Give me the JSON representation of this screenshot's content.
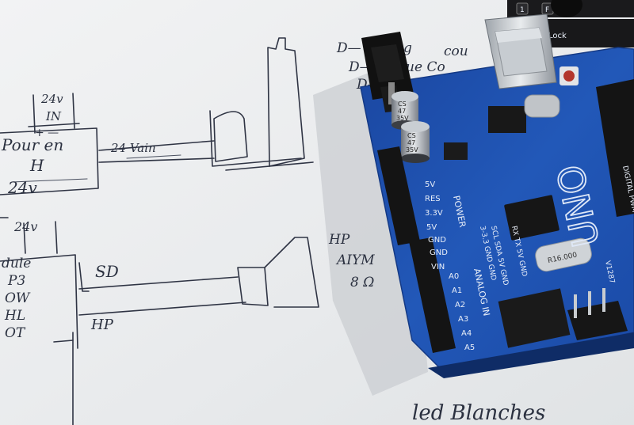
{
  "sketch": {
    "top_right_lines": [
      "D— e Loug",
      "cou",
      "D— usique Co",
      "D—"
    ],
    "top_power": "24v",
    "top_in": "IN",
    "top_plus_minus": "+ —",
    "left_block_line1": "Pour en",
    "left_block_line2": "H",
    "left_block_line3": "24v",
    "wire_label": "24 Vain",
    "mid_voltage": "24v",
    "module_lines": [
      "dule",
      "P3",
      "OW",
      "HL",
      "OT"
    ],
    "sd_label": "SD",
    "hp_label": "HP",
    "speaker_note_line1": "HP",
    "speaker_note_line2": "AIYM",
    "speaker_note_line3": "8 Ω",
    "bottom_note": "led Blanches"
  },
  "board": {
    "model": "UNO",
    "power_header": "POWER",
    "power_pins": [
      "5V",
      "RES",
      "3.3V",
      "5V",
      "GND",
      "GND",
      "VIN"
    ],
    "analog_header": "ANALOG IN",
    "analog_pins": [
      "A0",
      "A1",
      "A2",
      "A3",
      "A4",
      "A5"
    ],
    "bottom_labels": "RX TX 5V GND",
    "bottom_labels2": "SCL SDA 5V GND",
    "bottom_labels3": "3-3.3 GND GND",
    "cap1": [
      "CS",
      "47",
      "35V"
    ],
    "cap2": [
      "CS",
      "47",
      "35V"
    ],
    "crystal": "R16.000",
    "version": "V1287",
    "digital_label": "DIGITAL PWM"
  },
  "corner": {
    "lock_label": "Lock",
    "key1": "1",
    "key2": "F"
  },
  "colors": {
    "pcb": "#1e4fa8",
    "paper": "#eceeef",
    "ink": "#2f3444",
    "header_black": "#141414"
  }
}
